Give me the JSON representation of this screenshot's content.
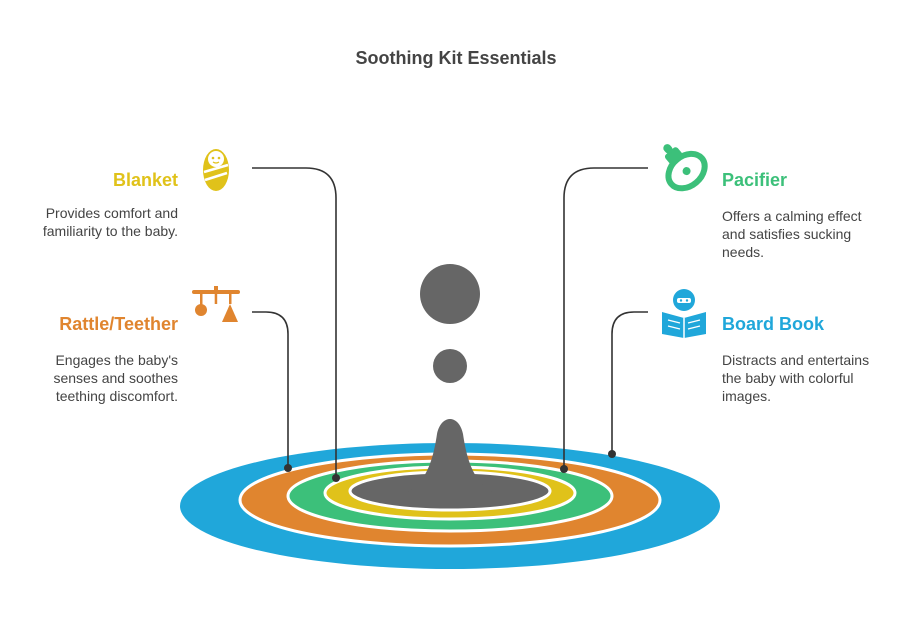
{
  "title": "Soothing Kit Essentials",
  "colors": {
    "blanket": "#E0C21A",
    "pacifier": "#3CC07A",
    "rattle": "#E0852F",
    "book": "#20A7DA",
    "center": "#666666",
    "line": "#333333",
    "text": "#444444"
  },
  "items": {
    "blanket": {
      "label": "Blanket",
      "desc_lines": [
        "Provides comfort and",
        "familiarity to the baby."
      ],
      "icon": "swaddled-baby-icon"
    },
    "pacifier": {
      "label": "Pacifier",
      "desc_lines": [
        "Offers a calming effect",
        "and satisfies sucking",
        "needs."
      ],
      "icon": "pacifier-icon"
    },
    "rattle": {
      "label": "Rattle/Teether",
      "desc_lines": [
        "Engages the baby's",
        "senses and soothes",
        "teething discomfort."
      ],
      "icon": "baby-mobile-icon"
    },
    "book": {
      "label": "Board Book",
      "desc_lines": [
        "Distracts and entertains",
        "the baby with colorful",
        "images."
      ],
      "icon": "reading-child-icon"
    }
  }
}
